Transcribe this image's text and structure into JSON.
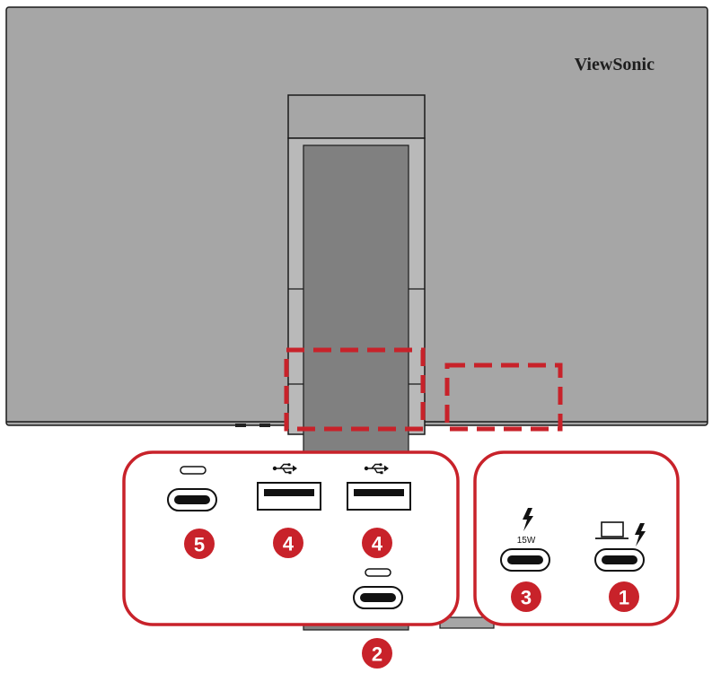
{
  "brand": {
    "name": "ViewSonic"
  },
  "colors": {
    "monitor_body": "#a6a6a6",
    "stand_inner": "#808080",
    "callout_red": "#c8222a",
    "outline": "#1a1a1a"
  },
  "ports_group_left": {
    "ports": [
      {
        "kind": "usb-c",
        "icon": "usb-c-icon",
        "badge": "5"
      },
      {
        "kind": "usb-a",
        "icon": "usb-icon",
        "badge": "4"
      },
      {
        "kind": "usb-a",
        "icon": "usb-icon",
        "badge": "4"
      },
      {
        "kind": "usb-c",
        "icon": "usb-c-icon",
        "badge": "2"
      }
    ]
  },
  "ports_group_right": {
    "ports": [
      {
        "kind": "usb-c",
        "icon": "lightning-icon",
        "label": "15W",
        "badge": "3"
      },
      {
        "kind": "usb-c",
        "icon": "laptop-charge-icon",
        "badge": "1"
      }
    ]
  }
}
